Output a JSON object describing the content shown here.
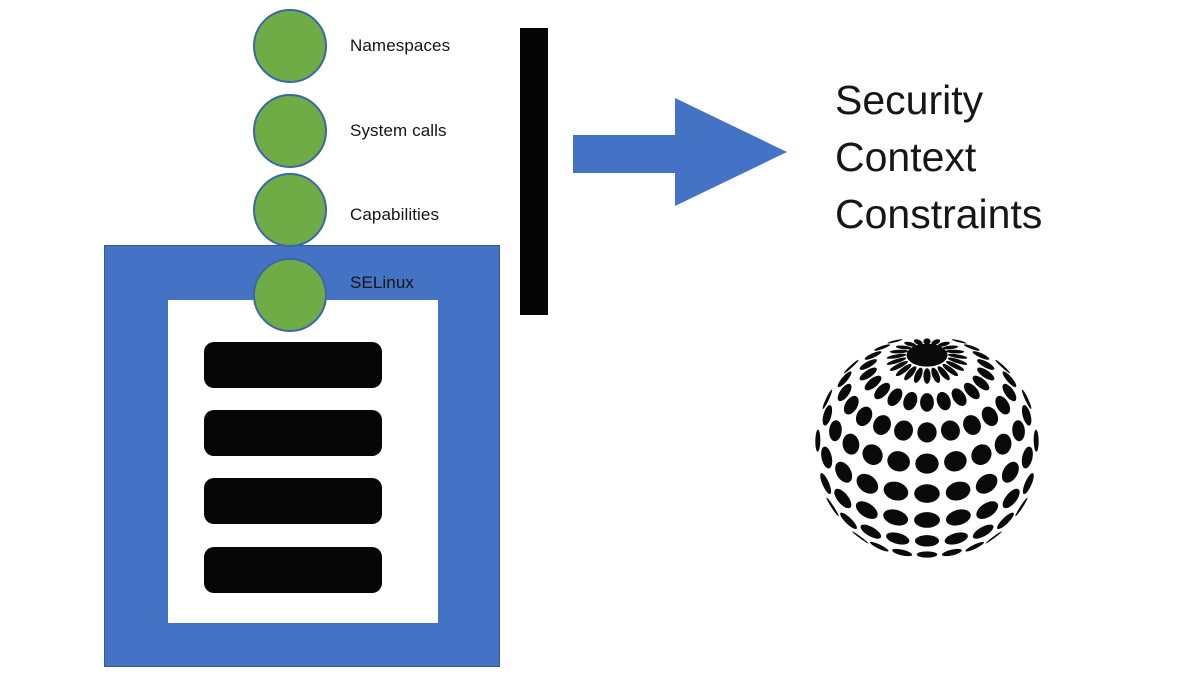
{
  "diagram": {
    "features": [
      {
        "label": "Namespaces"
      },
      {
        "label": "System calls"
      },
      {
        "label": "Capabilities"
      },
      {
        "label": "SELinux"
      }
    ],
    "result": {
      "lines": [
        "Security",
        "Context",
        "Constraints"
      ]
    },
    "icons": {
      "sphere": "dotted-sphere-icon",
      "arrow": "right-arrow-icon",
      "barrier": "barrier-bar"
    },
    "colors": {
      "accent_blue": "#4472C4",
      "accent_green": "#6FAC46",
      "bar_black": "#060606",
      "text_black": "#161616",
      "background": "#FFFFFF"
    }
  }
}
